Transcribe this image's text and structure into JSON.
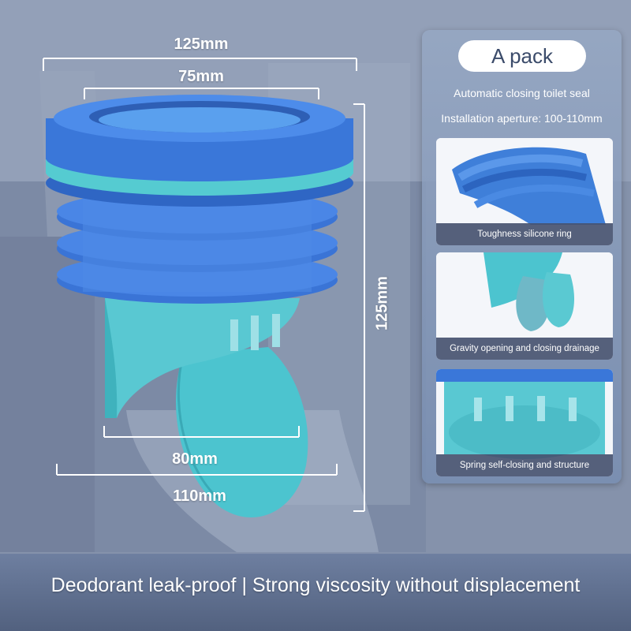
{
  "colors": {
    "seal_blue": "#3a78d8",
    "seal_teal": "#4fc6cf",
    "background": "#7f8da7"
  },
  "dimensions": {
    "top_outer": "125mm",
    "top_inner": "75mm",
    "height": "125mm",
    "bottom_inner": "80mm",
    "bottom_outer": "110mm"
  },
  "panel": {
    "badge": "A pack",
    "line1": "Automatic closing toilet seal",
    "line2": "Installation aperture: 100-110mm",
    "cards": [
      {
        "caption": "Toughness silicone ring",
        "icon": "silicone-ring-icon"
      },
      {
        "caption": "Gravity opening and closing drainage",
        "icon": "gravity-flap-icon"
      },
      {
        "caption": "Spring self-closing and structure",
        "icon": "spring-structure-icon"
      }
    ]
  },
  "banner": {
    "text": "Deodorant leak-proof | Strong viscosity without displacement"
  }
}
